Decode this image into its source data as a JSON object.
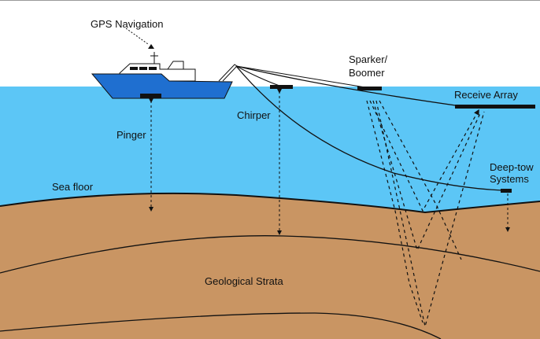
{
  "labels": {
    "gps": "GPS Navigation",
    "sparker_line1": "Sparker/",
    "sparker_line2": "Boomer",
    "receive_array": "Receive Array",
    "chirper": "Chirper",
    "pinger": "Pinger",
    "sea_floor": "Sea floor",
    "deeptow_line1": "Deep-tow",
    "deeptow_line2": "Systems",
    "strata": "Geological Strata"
  },
  "colors": {
    "water": "#5cc6f6",
    "sediment": "#c99563",
    "hull": "#1f6fd0"
  }
}
